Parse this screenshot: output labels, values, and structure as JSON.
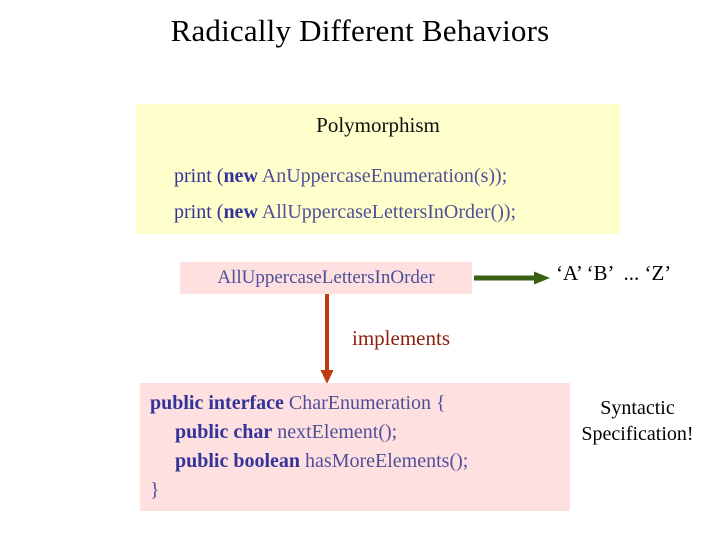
{
  "slide": {
    "title": "Radically Different Behaviors",
    "background_color": "#ffffff"
  },
  "polymorphism_box": {
    "background_color": "#ffffcc",
    "heading": "Polymorphism",
    "lines": [
      {
        "prefix": "print (",
        "keyword": "new",
        "class_expression": " AnUppercaseEnumeration(s));",
        "full_text": "print (new AnUppercaseEnumeration(s));"
      },
      {
        "prefix": "print (",
        "keyword": "new",
        "class_expression": " AllUppercaseLettersInOrder());",
        "full_text": "print (new AllUppercaseLettersInOrder());"
      }
    ]
  },
  "class_box": {
    "background_color": "#fde0df",
    "label": "AllUppercaseLettersInOrder",
    "text_color": "#4f4f99"
  },
  "green_arrow": {
    "name": "produces-arrow",
    "color": "#3a6111",
    "direction": "right"
  },
  "output_label": {
    "text": "‘A’ ‘B’  ... ‘Z’"
  },
  "red_arrow": {
    "name": "implements-arrow",
    "color": "#c03a10",
    "direction": "down"
  },
  "implements_label": {
    "text": "implements",
    "color": "#8b2010"
  },
  "interface_box": {
    "background_color": "#fde0df",
    "lines": [
      {
        "keyword": "public interface",
        "rest": " CharEnumeration {",
        "full_text": "public interface CharEnumeration {"
      },
      {
        "indent": "     ",
        "keyword": "public char",
        "rest": " nextElement();",
        "full_text": "     public char nextElement();"
      },
      {
        "indent": "     ",
        "keyword": "public boolean",
        "rest": " hasMoreElements();",
        "full_text": "     public boolean hasMoreElements();"
      },
      {
        "indent": "",
        "keyword": "",
        "rest": "}",
        "full_text": "}"
      }
    ]
  },
  "syntactic_label": {
    "line1": "Syntactic",
    "line2": "Specification!"
  }
}
